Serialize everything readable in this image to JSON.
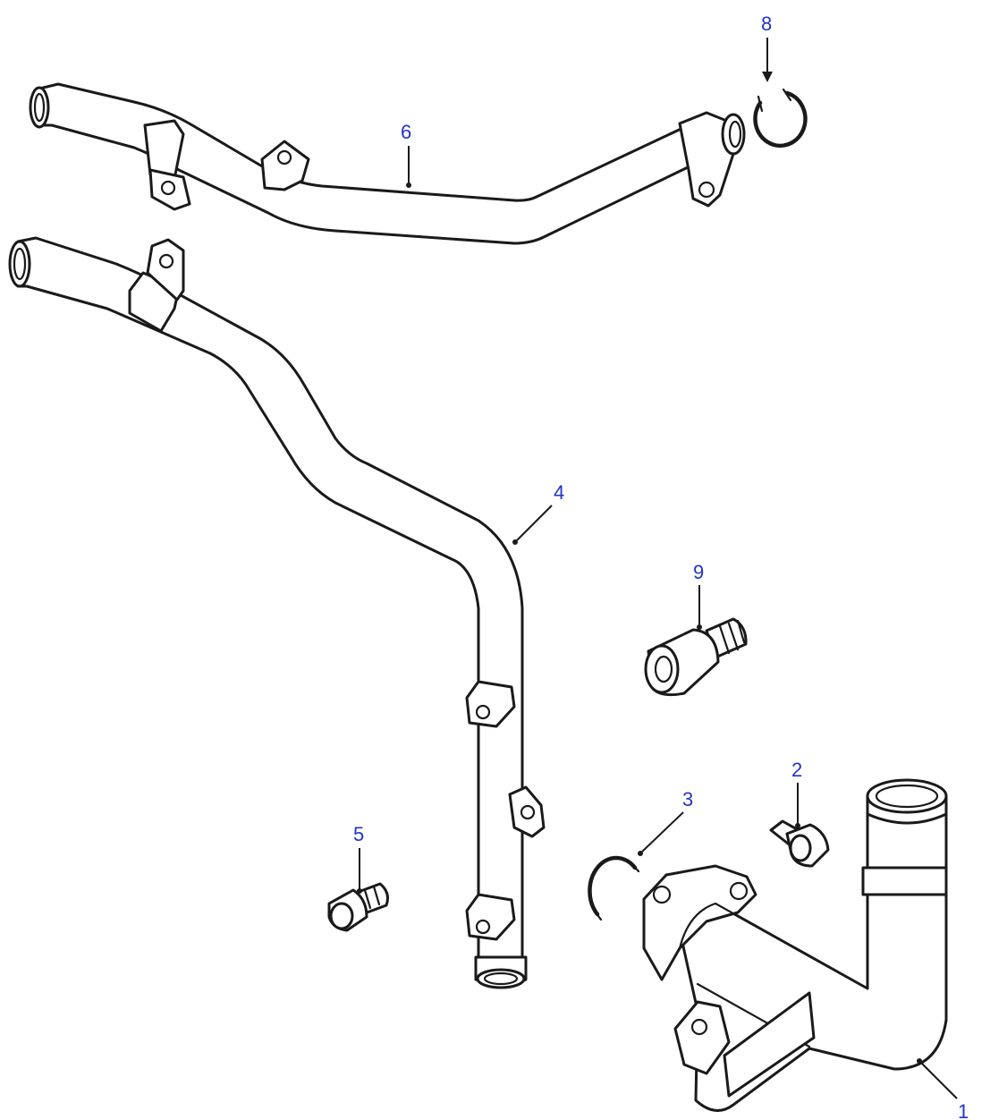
{
  "accent_color": "#2233cc",
  "callouts": {
    "c1": "1",
    "c2": "2",
    "c3": "3",
    "c4": "4",
    "c5": "5",
    "c6": "6",
    "c8": "8",
    "c9": "9"
  }
}
